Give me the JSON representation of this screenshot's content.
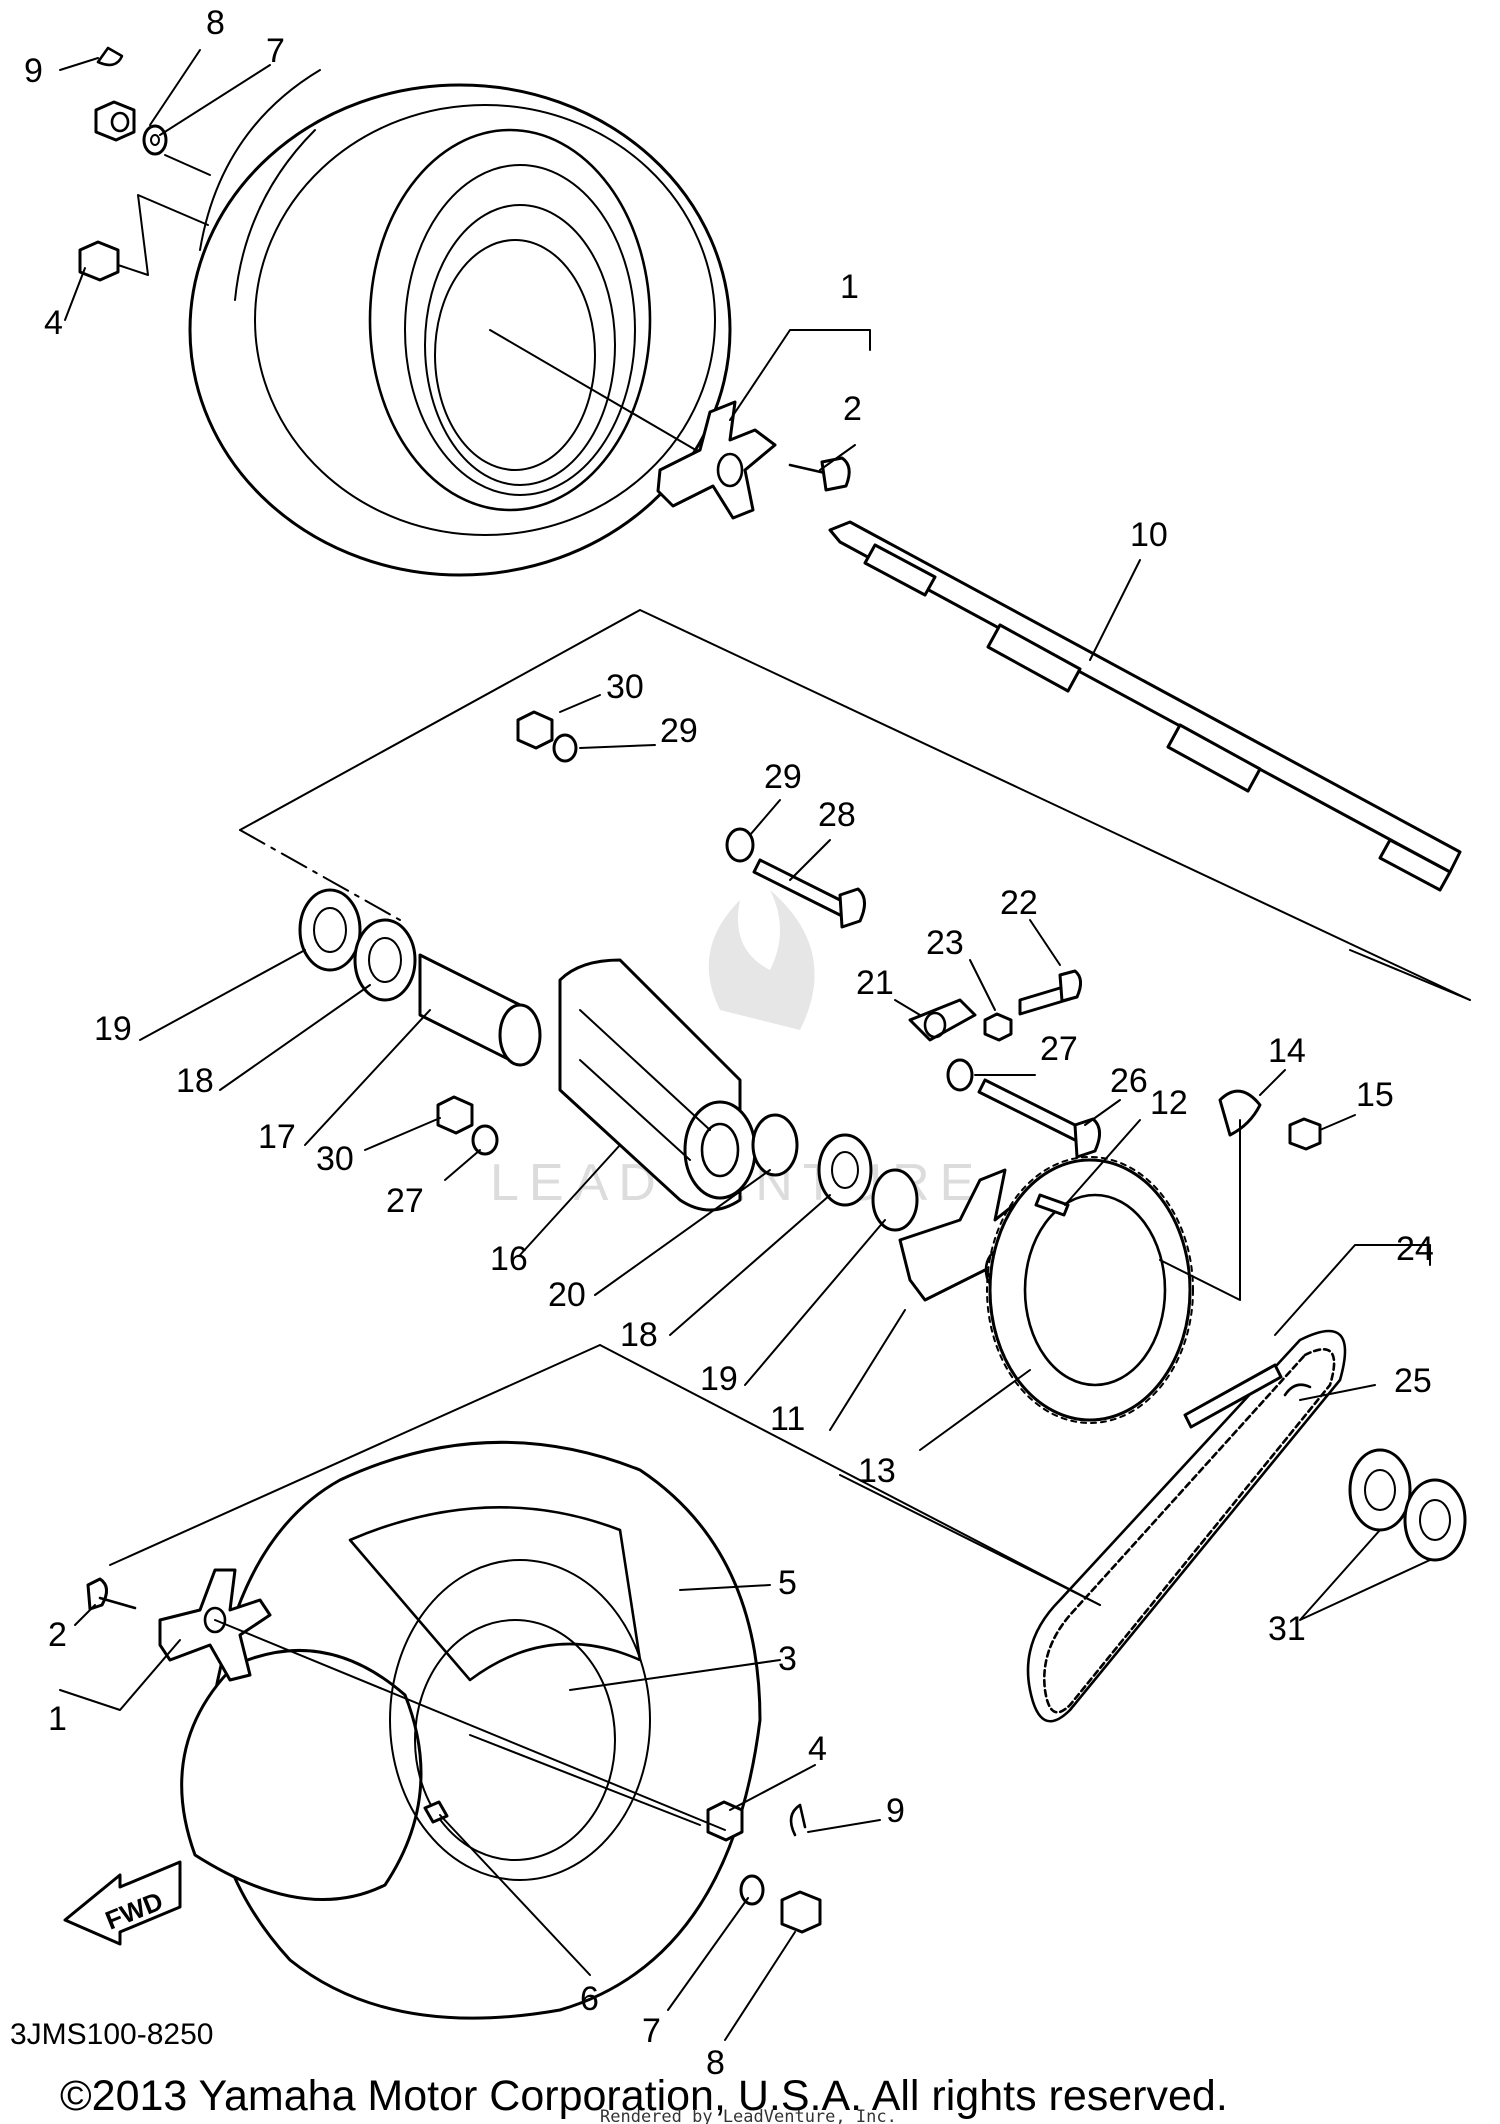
{
  "diagram": {
    "callouts": {
      "c1_top": "1",
      "c2_top": "2",
      "c4_top": "4",
      "c7_top": "7",
      "c8_top": "8",
      "c9_top": "9",
      "c10": "10",
      "c30_a": "30",
      "c29_a": "29",
      "c29_b": "29",
      "c28": "28",
      "c22": "22",
      "c23": "23",
      "c21": "21",
      "c27_a": "27",
      "c26": "26",
      "c14": "14",
      "c15": "15",
      "c12": "12",
      "c19_a": "19",
      "c18_a": "18",
      "c17": "17",
      "c30_b": "30",
      "c27_b": "27",
      "c16": "16",
      "c20": "20",
      "c18_b": "18",
      "c19_b": "19",
      "c11": "11",
      "c13": "13",
      "c24": "24",
      "c25": "25",
      "c31": "31",
      "c5": "5",
      "c3": "3",
      "c2_bot": "2",
      "c1_bot": "1",
      "c4_bot": "4",
      "c9_bot": "9",
      "c6": "6",
      "c7_bot": "7",
      "c8_bot": "8"
    },
    "fwd_label": "FWD",
    "diagram_code": "3JMS100-8250",
    "copyright": "©2013 Yamaha Motor Corporation, U.S.A. All rights reserved.",
    "rendered_by": "Rendered by LeadVenture, Inc.",
    "watermark": "LEADVENTURE"
  }
}
